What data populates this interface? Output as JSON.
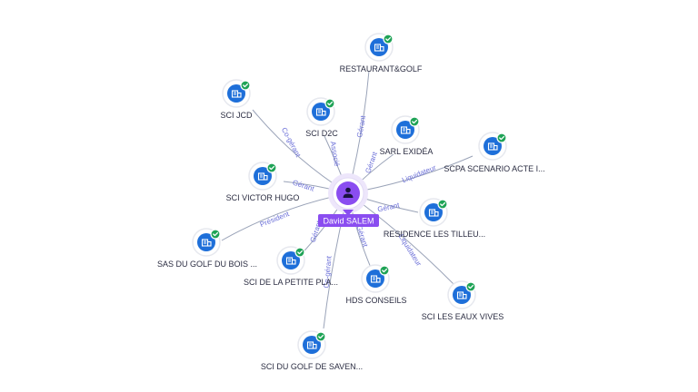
{
  "center": {
    "name": "David SALEM",
    "icon": "person-icon",
    "color": "#8a4df0"
  },
  "colors": {
    "company": "#1e6fd9",
    "check": "#1fa356",
    "edge_label": "#6b6fd8"
  },
  "companies": [
    {
      "id": "restaurant-golf",
      "name": "RESTAURANT&GOLF",
      "role": "Gérant"
    },
    {
      "id": "sci-jcd",
      "name": "SCI JCD",
      "role": "Co-gérant"
    },
    {
      "id": "sci-d2c",
      "name": "SCI D2C",
      "role": "Associé"
    },
    {
      "id": "sarl-exidea",
      "name": "SARL EXIDÉA",
      "role": "Gérant"
    },
    {
      "id": "scpa-scenario",
      "name": "SCPA SCENARIO ACTE I...",
      "role": "Liquidateur"
    },
    {
      "id": "sci-victor-hugo",
      "name": "SCI VICTOR HUGO",
      "role": "Gérant"
    },
    {
      "id": "residence-tilleuls",
      "name": "RESIDENCE LES TILLEU...",
      "role": "Gérant"
    },
    {
      "id": "sas-golf-bois",
      "name": "SAS DU GOLF DU BOIS ...",
      "role": "Président"
    },
    {
      "id": "sci-petite-pla",
      "name": "SCI DE LA PETITE PLA...",
      "role": "Gérant"
    },
    {
      "id": "hds-conseils",
      "name": "HDS CONSEILS",
      "role": "Gérant"
    },
    {
      "id": "sci-eaux-vives",
      "name": "SCI LES EAUX VIVES",
      "role": "Liquidateur"
    },
    {
      "id": "sci-golf-saven",
      "name": "SCI DU GOLF DE SAVEN...",
      "role": "Co-gérant"
    }
  ]
}
